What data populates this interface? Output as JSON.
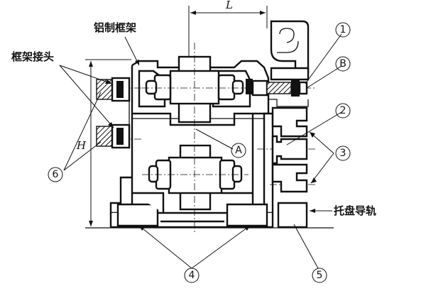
{
  "labels": {
    "aluminum_frame": "铝制框架",
    "frame_joint": "框架接头",
    "pallet_rail": "托盘导轨",
    "dim_L": "L",
    "dim_H": "H"
  },
  "callouts": {
    "c1": "1",
    "c2": "2",
    "c3": "3",
    "c4": "4",
    "c5": "5",
    "c6": "6",
    "cA": "A",
    "cB": "B"
  }
}
